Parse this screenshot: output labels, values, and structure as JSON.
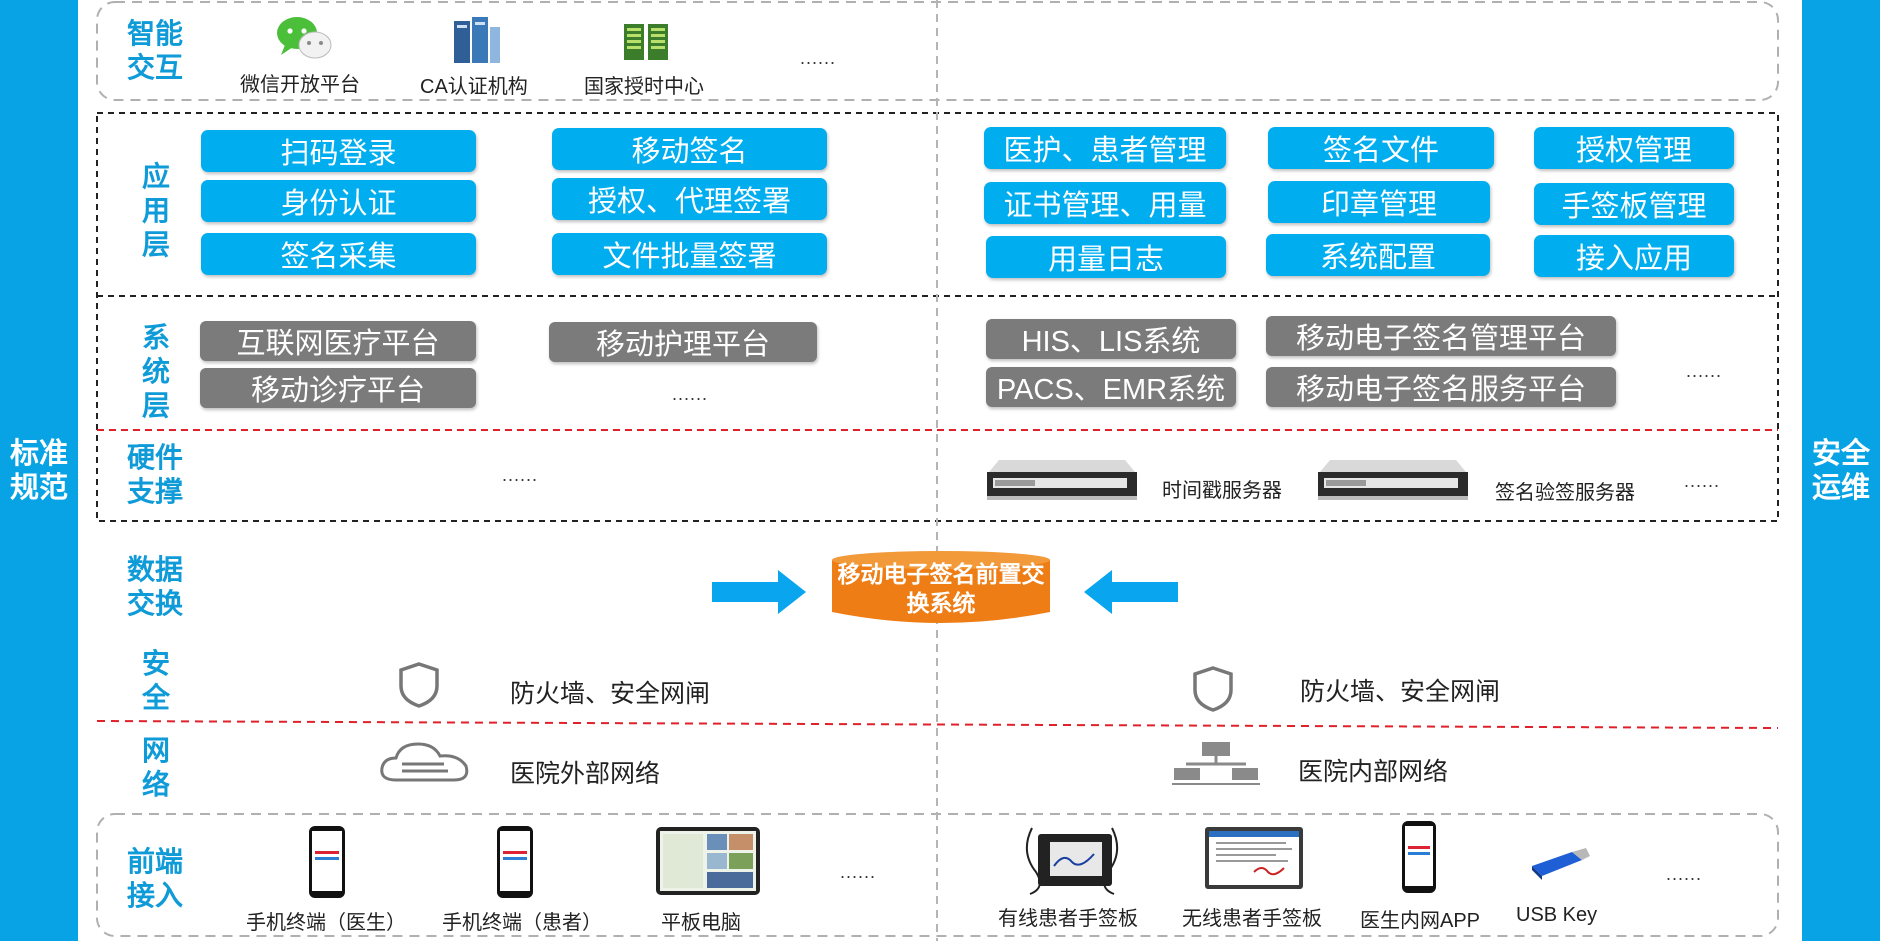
{
  "sidebars": {
    "left": "标准规范",
    "right": "安全运维"
  },
  "sections": {
    "interaction": "智能交互",
    "application": "应用层",
    "system": "系统层",
    "hardware": "硬件支撑",
    "exchange": "数据交换",
    "security": "安全",
    "network": "网络",
    "frontend": "前端接入"
  },
  "interaction": {
    "items": [
      "微信开放平台",
      "CA认证机构",
      "国家授时中心"
    ],
    "more": "......"
  },
  "application": {
    "left": [
      "扫码登录",
      "移动签名",
      "身份认证",
      "授权、代理签署",
      "签名采集",
      "文件批量签署"
    ],
    "right": [
      "医护、患者管理",
      "签名文件",
      "授权管理",
      "证书管理、用量",
      "印章管理",
      "手签板管理",
      "用量日志",
      "系统配置",
      "接入应用"
    ]
  },
  "system": {
    "left": [
      "互联网医疗平台",
      "移动护理平台",
      "移动诊疗平台"
    ],
    "left_more": "......",
    "right": [
      "HIS、LIS系统",
      "移动电子签名管理平台",
      "PACS、EMR系统",
      "移动电子签名服务平台"
    ],
    "right_more": "......"
  },
  "hardware": {
    "left_more": "......",
    "servers": [
      "时间戳服务器",
      "签名验签服务器"
    ],
    "right_more": "......"
  },
  "exchange": {
    "center": "移动电子签名前置交换系统"
  },
  "security": {
    "left": "防火墙、安全网闸",
    "right": "防火墙、安全网闸"
  },
  "network": {
    "left": "医院外部网络",
    "right": "医院内部网络"
  },
  "frontend": {
    "left": [
      "手机终端（医生）",
      "手机终端（患者）",
      "平板电脑"
    ],
    "left_more": "......",
    "right": [
      "有线患者手签板",
      "无线患者手签板",
      "医生内网APP",
      "USB Key"
    ],
    "right_more": "......"
  },
  "colors": {
    "blue": "#00aef0",
    "sidebar": "#08a3e4",
    "gray": "#7b7b7b",
    "orange": "#f08010",
    "label": "#0f9ad8",
    "red_dash": "#e0202a"
  }
}
